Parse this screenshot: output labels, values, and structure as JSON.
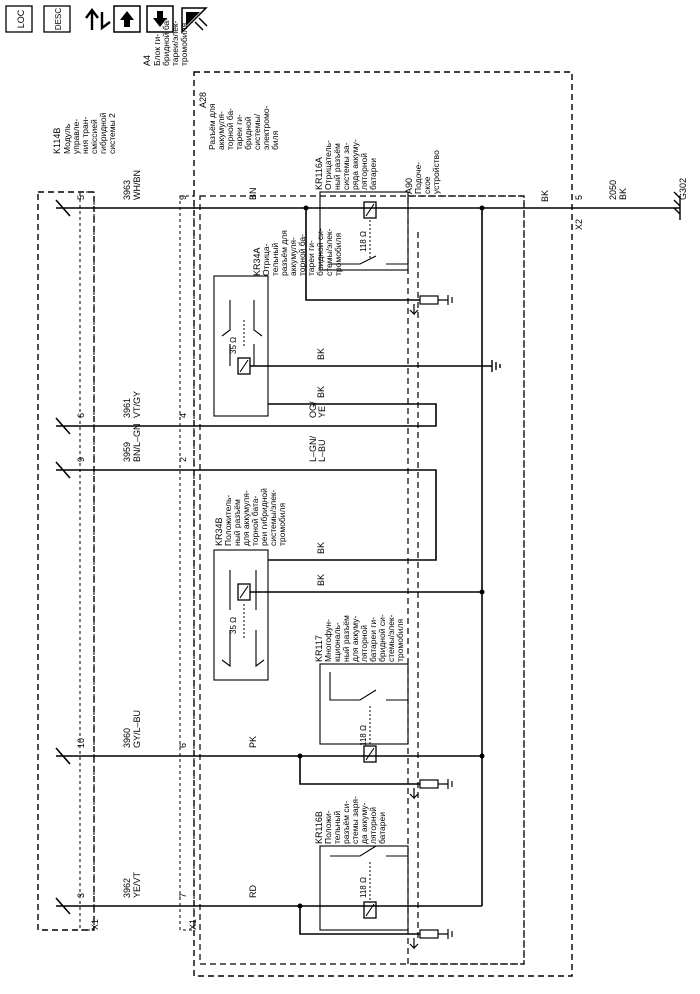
{
  "toolbar": {
    "icons": [
      {
        "name": "loc-icon",
        "text": "LOC"
      },
      {
        "name": "desc-icon",
        "text": "DESC"
      },
      {
        "name": "connector-view-icon"
      },
      {
        "name": "arrow-up-icon"
      },
      {
        "name": "arrow-down-icon"
      },
      {
        "name": "esd-warning-icon"
      }
    ]
  },
  "modules": {
    "k114b": {
      "code": "K114B",
      "lines": [
        "Модуль",
        "управле-",
        "ния тран-",
        "сміссией",
        "гибридной",
        "системы 2"
      ]
    },
    "a4": {
      "code": "A4",
      "lines": [
        "Блок ги-",
        "бридной ба-",
        "тареи/элек-",
        "тромобиля"
      ]
    },
    "a28": {
      "code": "A28",
      "lines": [
        "Разъём для",
        "аккумуля-",
        "торной ба-",
        "тареи ги-",
        "бридной",
        "системы/",
        "электромо-",
        "биля"
      ]
    },
    "kr116a": {
      "code": "KR116A",
      "lines": [
        "Отрицатель-",
        "ный разъём",
        "системы за-",
        "ряда аккуму-",
        "ляторной",
        "батареи"
      ]
    },
    "a90": {
      "code": "A90",
      "lines": [
        "Подоче-",
        "ское",
        "устройство"
      ]
    },
    "kr34a": {
      "code": "KR34A",
      "lines": [
        "Отрица-",
        "тельный",
        "разъём для",
        "аккумуля-",
        "торной ба-",
        "тареи ги-",
        "бридной си-",
        "стемы/элек-",
        "тромобиля"
      ]
    },
    "kr34b": {
      "code": "KR34B",
      "lines": [
        "Положитель-",
        "ный разъём",
        "для аккумуля-",
        "торной бата-",
        "реи гибридной",
        "системы/элек-",
        "тромобиля"
      ]
    },
    "kr117": {
      "code": "KR117",
      "lines": [
        "Многофун-",
        "кциональ-",
        "ный разъём",
        "для аккуму-",
        "ляторной",
        "батареи ги-",
        "бридной си-",
        "стемы/элек-",
        "тромобиля"
      ]
    },
    "kr116b": {
      "code": "KR116B",
      "lines": [
        "Положи-",
        "тельный",
        "разъём си-",
        "стемы заря-",
        "да аккуму-",
        "ляторной",
        "батареи"
      ]
    }
  },
  "connectors": {
    "x1": "X1",
    "x2": "X2",
    "ground": "G302"
  },
  "wires": {
    "w1": {
      "pin_k": "5",
      "circuit": "3963",
      "color": "WH/BN",
      "pin_a": "9",
      "inner": "BN"
    },
    "w2": {
      "pin_k": "6",
      "circuit": "3961",
      "color": "VT/GY",
      "pin_a": "4",
      "inner": "OG/\nYE"
    },
    "w3": {
      "pin_k": "9",
      "circuit": "3959",
      "color": "BN/L–GN",
      "pin_a": "2",
      "inner": "L–GN/\nL–BU"
    },
    "w4": {
      "pin_k": "10",
      "circuit": "3960",
      "color": "GY/L–BU",
      "pin_a": "6",
      "inner": "PK"
    },
    "w5": {
      "pin_k": "3",
      "circuit": "3962",
      "color": "YE/VT",
      "pin_a": "7",
      "inner": "RD"
    }
  },
  "ground_wire": {
    "pin": "5",
    "circuit": "2050",
    "color": "BK"
  },
  "labels": {
    "bk": "BK",
    "r_118": "118 Ω",
    "r_35": "35 Ω"
  }
}
